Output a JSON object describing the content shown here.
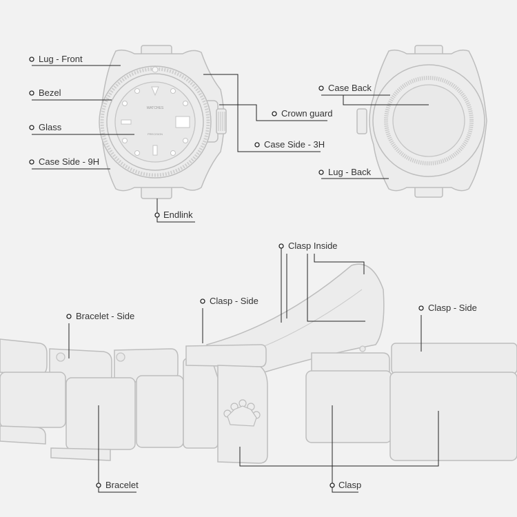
{
  "labels": {
    "lug_front": "Lug - Front",
    "bezel": "Bezel",
    "glass": "Glass",
    "case_side_9h": "Case Side - 9H",
    "endlink": "Endlink",
    "crown_guard": "Crown guard",
    "case_side_3h": "Case Side - 3H",
    "case_back": "Case Back",
    "lug_back": "Lug - Back",
    "clasp_inside": "Clasp Inside",
    "clasp_side_left": "Clasp - Side",
    "clasp_side_right": "Clasp - Side",
    "bracelet_side": "Bracelet - Side",
    "bracelet": "Bracelet",
    "clasp": "Clasp"
  },
  "dial": {
    "brand": "WATCHES",
    "model": "PRECISION"
  },
  "colors": {
    "background": "#f2f2f2",
    "part_fill": "#ececec",
    "part_outline": "#bdbdbd",
    "leader_line": "#222222",
    "label_text": "#333333"
  }
}
